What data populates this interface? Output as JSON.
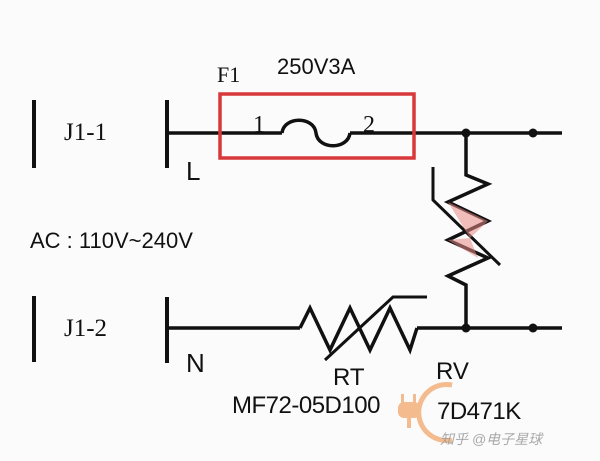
{
  "diagram": {
    "title": "AC input protection circuit",
    "connectors": {
      "live": {
        "name": "J1-1",
        "line": "L"
      },
      "neutral": {
        "name": "J1-2",
        "line": "N"
      }
    },
    "input_spec": "AC : 110V~240V",
    "fuse": {
      "ref": "F1",
      "rating": "250V3A",
      "pin1": "1",
      "pin2": "2",
      "highlight_color": "#d9383a"
    },
    "thermistor": {
      "ref": "RT",
      "part": "MF72-05D100"
    },
    "varistor": {
      "ref": "RV",
      "part": "7D471K"
    },
    "watermark": "知乎 @电子星球",
    "colors": {
      "wire": "#111111",
      "background": "#fbfbfb",
      "fuse_box": "#d9383a",
      "watermark_orange": "#f0a060"
    }
  }
}
